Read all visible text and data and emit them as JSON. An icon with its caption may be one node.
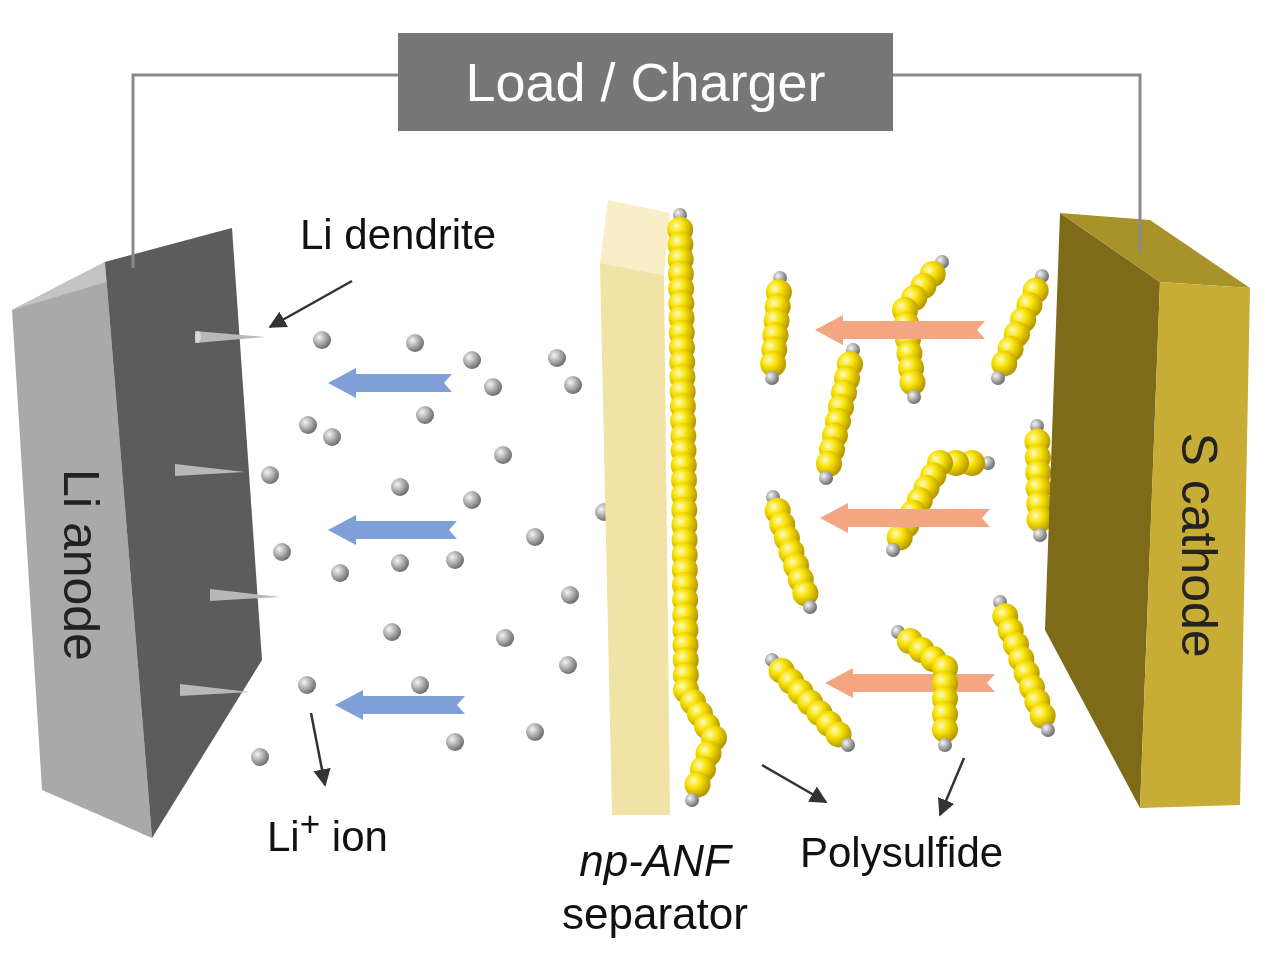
{
  "diagram": {
    "nodes": [
      {
        "text": [
          "Load / Charger"
        ]
      },
      {
        "text": [
          "Li anode"
        ]
      },
      {
        "text": [
          "*np-ANF* separator"
        ]
      },
      {
        "text": [
          "S cathode"
        ]
      },
      {
        "text": [
          "Li dendrite"
        ]
      },
      {
        "text": [],
        "shape": "picture",
        "in": 1
      },
      {
        "text": [
          "Li$^{+}$ ion"
        ]
      },
      {
        "text": [],
        "shape": "circle"
      },
      {
        "text": [
          "Polysulfide"
        ]
      },
      {
        "text": [],
        "shape": "picture"
      },
      {
        "text": [],
        "shape": "picture"
      }
    ],
    "edges": [
      {
        "from": 0,
        "to": 1,
        "arrow": "none"
      },
      {
        "from": 0,
        "to": 3,
        "arrow": "none"
      },
      {
        "from": 4,
        "to": 5,
        "arrow": "to"
      },
      {
        "from": 7,
        "to": 6,
        "arrow": "to"
      },
      {
        "from": 9,
        "to": 8,
        "arrow": "to"
      },
      {
        "from": 10,
        "to": 8,
        "arrow": "to"
      }
    ]
  }
}
